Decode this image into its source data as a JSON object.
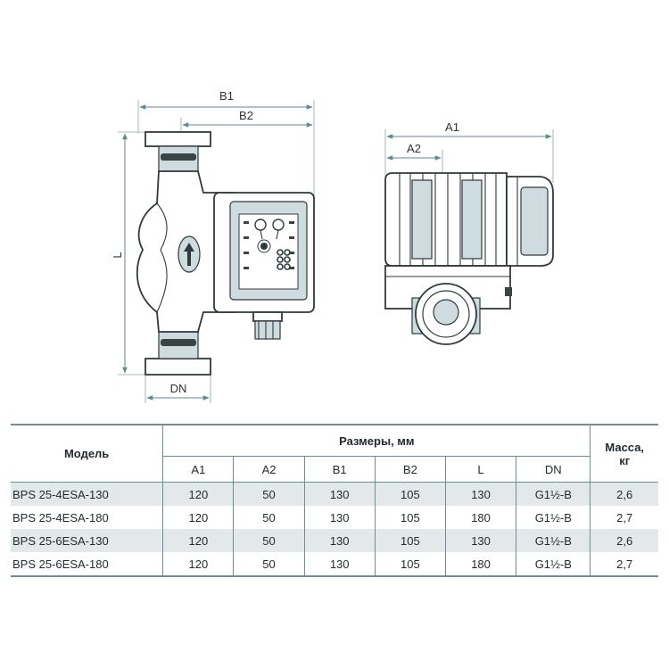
{
  "dimensions": {
    "b1": "B1",
    "b2": "B2",
    "a1": "A1",
    "a2": "A2",
    "l": "L",
    "dn": "DN"
  },
  "table": {
    "model_header": "Модель",
    "sizes_header": "Размеры, мм",
    "mass_header_line1": "Масса,",
    "mass_header_line2": "кг",
    "columns": [
      "A1",
      "A2",
      "B1",
      "B2",
      "L",
      "DN"
    ],
    "rows": [
      {
        "model": "BPS 25-4ESA-130",
        "a1": "120",
        "a2": "50",
        "b1": "130",
        "b2": "105",
        "l": "130",
        "dn": "G1½-B",
        "mass": "2,6"
      },
      {
        "model": "BPS 25-4ESA-180",
        "a1": "120",
        "a2": "50",
        "b1": "130",
        "b2": "105",
        "l": "180",
        "dn": "G1½-B",
        "mass": "2,7"
      },
      {
        "model": "BPS 25-6ESA-130",
        "a1": "120",
        "a2": "50",
        "b1": "130",
        "b2": "105",
        "l": "130",
        "dn": "G1½-B",
        "mass": "2,6"
      },
      {
        "model": "BPS 25-6ESA-180",
        "a1": "120",
        "a2": "50",
        "b1": "130",
        "b2": "105",
        "l": "180",
        "dn": "G1½-B",
        "mass": "2,7"
      }
    ]
  }
}
